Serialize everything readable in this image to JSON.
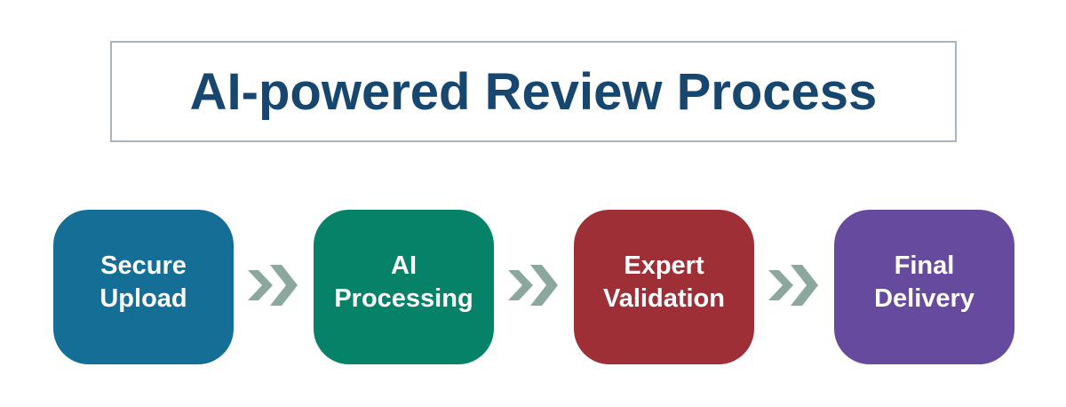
{
  "title": {
    "text": "AI-powered Review Process",
    "color": "#17466e",
    "border_color": "#a6b6bb"
  },
  "steps": [
    {
      "lines": [
        "Secure",
        "Upload"
      ],
      "color": "#146e96"
    },
    {
      "lines": [
        "AI",
        "Processing"
      ],
      "color": "#058268"
    },
    {
      "lines": [
        "Expert",
        "Validation"
      ],
      "color": "#9e2f36"
    },
    {
      "lines": [
        "Final",
        "Delivery"
      ],
      "color": "#664a9d"
    }
  ],
  "arrow": {
    "icon": "double-chevron-right",
    "color": "#8ca79e",
    "count": 3
  }
}
